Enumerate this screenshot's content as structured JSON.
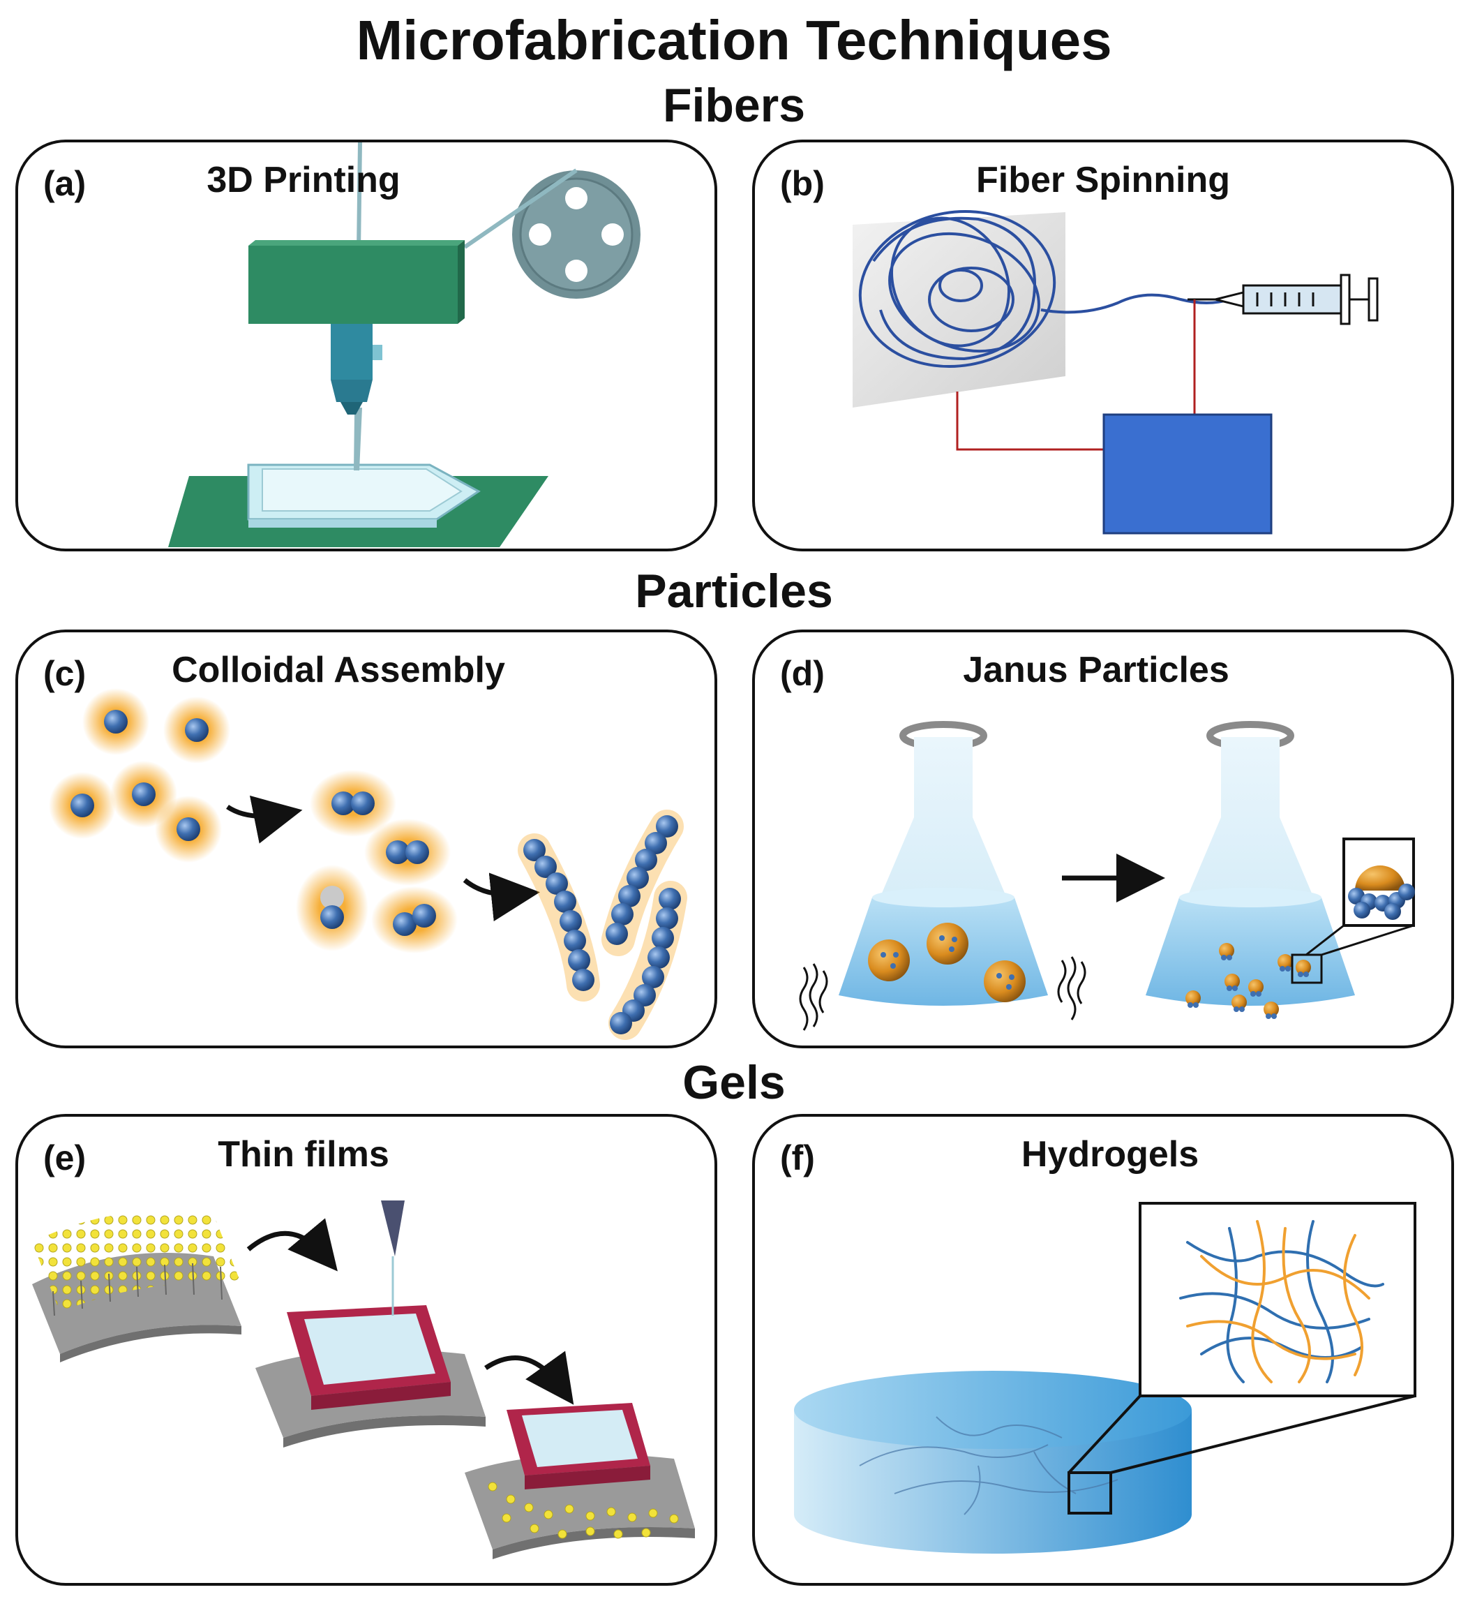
{
  "title": "Microfabrication Techniques",
  "sections": [
    {
      "name": "Fibers"
    },
    {
      "name": "Particles"
    },
    {
      "name": "Gels"
    }
  ],
  "panels": [
    {
      "letter": "(a)",
      "title": "3D Printing"
    },
    {
      "letter": "(b)",
      "title": "Fiber Spinning"
    },
    {
      "letter": "(c)",
      "title": "Colloidal  Assembly"
    },
    {
      "letter": "(d)",
      "title": "Janus Particles"
    },
    {
      "letter": "(e)",
      "title": "Thin films"
    },
    {
      "letter": "(f)",
      "title": "Hydrogels"
    }
  ],
  "colors": {
    "printer_green": "#2e8b63",
    "nozzle_teal": "#2f8aa0",
    "spool_gray": "#6f8f95",
    "fiber_blue": "#2b4fa0",
    "power_supply_blue": "#3a6fd0",
    "wire_red": "#b02020",
    "particle_blue": "#3f6fb0",
    "particle_glow": "#f5a623",
    "janus_orange": "#d98b1e",
    "flask_liquid": "#8ec8ec",
    "film_red": "#b0254a",
    "lipid_yellow": "#f2e23a",
    "hydrogel_blue": "#3b9ad8",
    "polymer_orange": "#f0a030"
  }
}
